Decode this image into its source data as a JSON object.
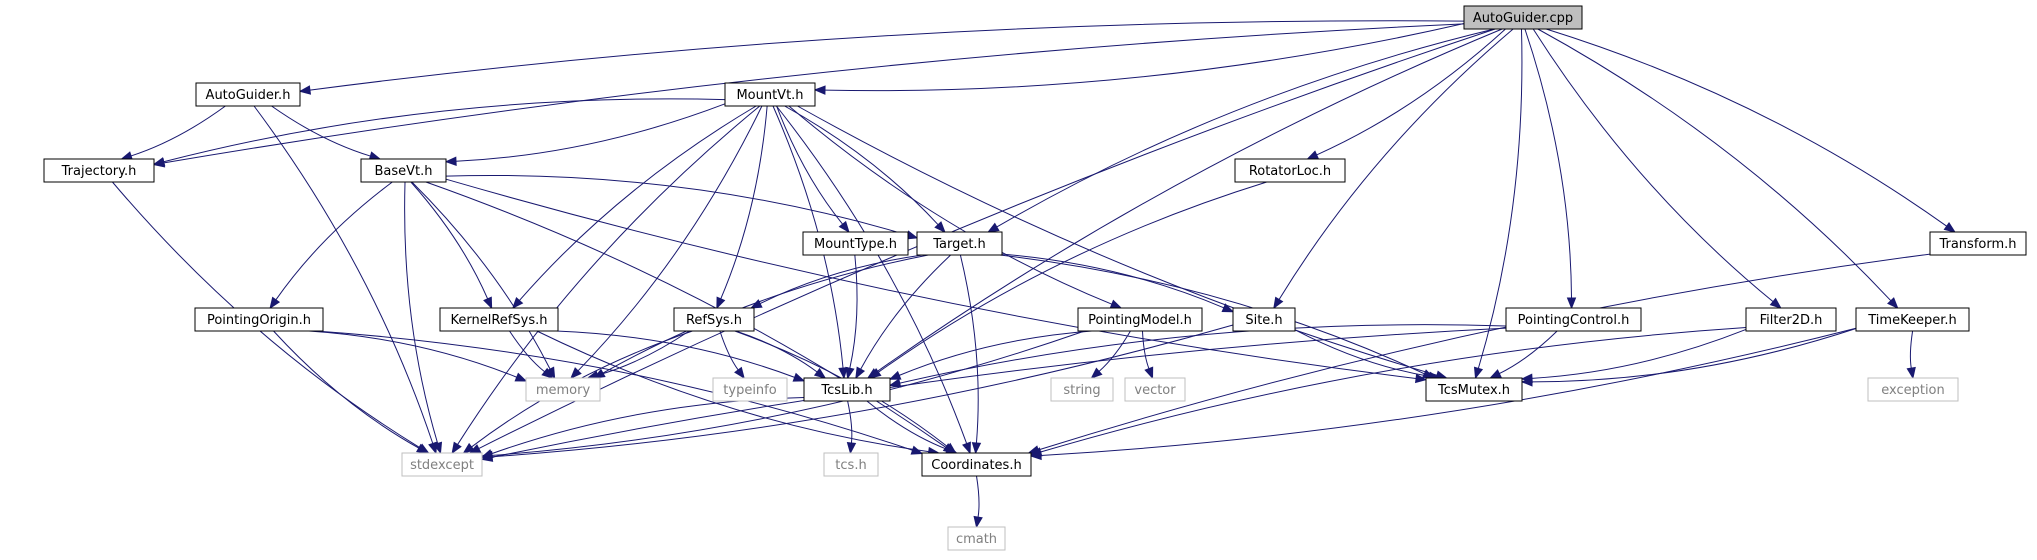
{
  "graph": {
    "edge_color": "#191970",
    "nodes": [
      {
        "id": "autoguider_cpp",
        "label": "AutoGuider.cpp",
        "kind": "root"
      },
      {
        "id": "autoguider_h",
        "label": "AutoGuider.h",
        "kind": "file"
      },
      {
        "id": "mountvt_h",
        "label": "MountVt.h",
        "kind": "file"
      },
      {
        "id": "trajectory_h",
        "label": "Trajectory.h",
        "kind": "file"
      },
      {
        "id": "basevt_h",
        "label": "BaseVt.h",
        "kind": "file"
      },
      {
        "id": "rotatorloc_h",
        "label": "RotatorLoc.h",
        "kind": "file"
      },
      {
        "id": "mounttype_h",
        "label": "MountType.h",
        "kind": "file"
      },
      {
        "id": "target_h",
        "label": "Target.h",
        "kind": "file"
      },
      {
        "id": "transform_h",
        "label": "Transform.h",
        "kind": "file"
      },
      {
        "id": "pointingorigin_h",
        "label": "PointingOrigin.h",
        "kind": "file"
      },
      {
        "id": "kernelrefsys_h",
        "label": "KernelRefSys.h",
        "kind": "file"
      },
      {
        "id": "refsys_h",
        "label": "RefSys.h",
        "kind": "file"
      },
      {
        "id": "pointingmodel_h",
        "label": "PointingModel.h",
        "kind": "file"
      },
      {
        "id": "site_h",
        "label": "Site.h",
        "kind": "file"
      },
      {
        "id": "pointingcontrol_h",
        "label": "PointingControl.h",
        "kind": "file"
      },
      {
        "id": "filter2d_h",
        "label": "Filter2D.h",
        "kind": "file"
      },
      {
        "id": "timekeeper_h",
        "label": "TimeKeeper.h",
        "kind": "file"
      },
      {
        "id": "memory",
        "label": "memory",
        "kind": "system"
      },
      {
        "id": "typeinfo",
        "label": "typeinfo",
        "kind": "system"
      },
      {
        "id": "tcslib_h",
        "label": "TcsLib.h",
        "kind": "file"
      },
      {
        "id": "string",
        "label": "string",
        "kind": "system"
      },
      {
        "id": "vector",
        "label": "vector",
        "kind": "system"
      },
      {
        "id": "tcsmutex_h",
        "label": "TcsMutex.h",
        "kind": "file"
      },
      {
        "id": "exception",
        "label": "exception",
        "kind": "system"
      },
      {
        "id": "stdexcept",
        "label": "stdexcept",
        "kind": "system"
      },
      {
        "id": "tcs_h",
        "label": "tcs.h",
        "kind": "system"
      },
      {
        "id": "coordinates_h",
        "label": "Coordinates.h",
        "kind": "file"
      },
      {
        "id": "cmath",
        "label": "cmath",
        "kind": "system"
      }
    ],
    "edges": [
      [
        "autoguider_cpp",
        "autoguider_h"
      ],
      [
        "autoguider_cpp",
        "mountvt_h"
      ],
      [
        "autoguider_cpp",
        "trajectory_h"
      ],
      [
        "autoguider_cpp",
        "rotatorloc_h"
      ],
      [
        "autoguider_cpp",
        "target_h"
      ],
      [
        "autoguider_cpp",
        "transform_h"
      ],
      [
        "autoguider_cpp",
        "site_h"
      ],
      [
        "autoguider_cpp",
        "pointingcontrol_h"
      ],
      [
        "autoguider_cpp",
        "filter2d_h"
      ],
      [
        "autoguider_cpp",
        "timekeeper_h"
      ],
      [
        "autoguider_cpp",
        "tcslib_h"
      ],
      [
        "autoguider_cpp",
        "tcsmutex_h"
      ],
      [
        "autoguider_cpp",
        "stdexcept"
      ],
      [
        "autoguider_h",
        "trajectory_h"
      ],
      [
        "autoguider_h",
        "basevt_h"
      ],
      [
        "autoguider_h",
        "stdexcept"
      ],
      [
        "mountvt_h",
        "trajectory_h"
      ],
      [
        "mountvt_h",
        "basevt_h"
      ],
      [
        "mountvt_h",
        "mounttype_h"
      ],
      [
        "mountvt_h",
        "target_h"
      ],
      [
        "mountvt_h",
        "kernelrefsys_h"
      ],
      [
        "mountvt_h",
        "refsys_h"
      ],
      [
        "mountvt_h",
        "pointingmodel_h"
      ],
      [
        "mountvt_h",
        "tcslib_h"
      ],
      [
        "mountvt_h",
        "tcsmutex_h"
      ],
      [
        "mountvt_h",
        "memory"
      ],
      [
        "mountvt_h",
        "stdexcept"
      ],
      [
        "mountvt_h",
        "coordinates_h"
      ],
      [
        "trajectory_h",
        "stdexcept"
      ],
      [
        "basevt_h",
        "target_h"
      ],
      [
        "basevt_h",
        "pointingorigin_h"
      ],
      [
        "basevt_h",
        "kernelrefsys_h"
      ],
      [
        "basevt_h",
        "tcsmutex_h"
      ],
      [
        "basevt_h",
        "memory"
      ],
      [
        "basevt_h",
        "stdexcept"
      ],
      [
        "basevt_h",
        "coordinates_h"
      ],
      [
        "rotatorloc_h",
        "tcslib_h"
      ],
      [
        "mounttype_h",
        "tcslib_h"
      ],
      [
        "target_h",
        "refsys_h"
      ],
      [
        "target_h",
        "site_h"
      ],
      [
        "target_h",
        "tcslib_h"
      ],
      [
        "target_h",
        "tcsmutex_h"
      ],
      [
        "target_h",
        "memory"
      ],
      [
        "target_h",
        "coordinates_h"
      ],
      [
        "transform_h",
        "coordinates_h"
      ],
      [
        "pointingorigin_h",
        "memory"
      ],
      [
        "pointingorigin_h",
        "stdexcept"
      ],
      [
        "pointingorigin_h",
        "coordinates_h"
      ],
      [
        "kernelrefsys_h",
        "memory"
      ],
      [
        "kernelrefsys_h",
        "tcslib_h"
      ],
      [
        "kernelrefsys_h",
        "coordinates_h"
      ],
      [
        "refsys_h",
        "memory"
      ],
      [
        "refsys_h",
        "typeinfo"
      ],
      [
        "refsys_h",
        "tcslib_h"
      ],
      [
        "refsys_h",
        "stdexcept"
      ],
      [
        "refsys_h",
        "coordinates_h"
      ],
      [
        "pointingmodel_h",
        "tcslib_h"
      ],
      [
        "pointingmodel_h",
        "string"
      ],
      [
        "pointingmodel_h",
        "vector"
      ],
      [
        "pointingmodel_h",
        "stdexcept"
      ],
      [
        "site_h",
        "tcsmutex_h"
      ],
      [
        "site_h",
        "stdexcept"
      ],
      [
        "pointingcontrol_h",
        "tcslib_h"
      ],
      [
        "pointingcontrol_h",
        "tcsmutex_h"
      ],
      [
        "pointingcontrol_h",
        "stdexcept"
      ],
      [
        "filter2d_h",
        "tcsmutex_h"
      ],
      [
        "filter2d_h",
        "coordinates_h"
      ],
      [
        "timekeeper_h",
        "tcsmutex_h"
      ],
      [
        "timekeeper_h",
        "exception"
      ],
      [
        "timekeeper_h",
        "coordinates_h"
      ],
      [
        "tcslib_h",
        "stdexcept"
      ],
      [
        "tcslib_h",
        "tcs_h"
      ],
      [
        "tcslib_h",
        "coordinates_h"
      ],
      [
        "coordinates_h",
        "cmath"
      ]
    ]
  }
}
